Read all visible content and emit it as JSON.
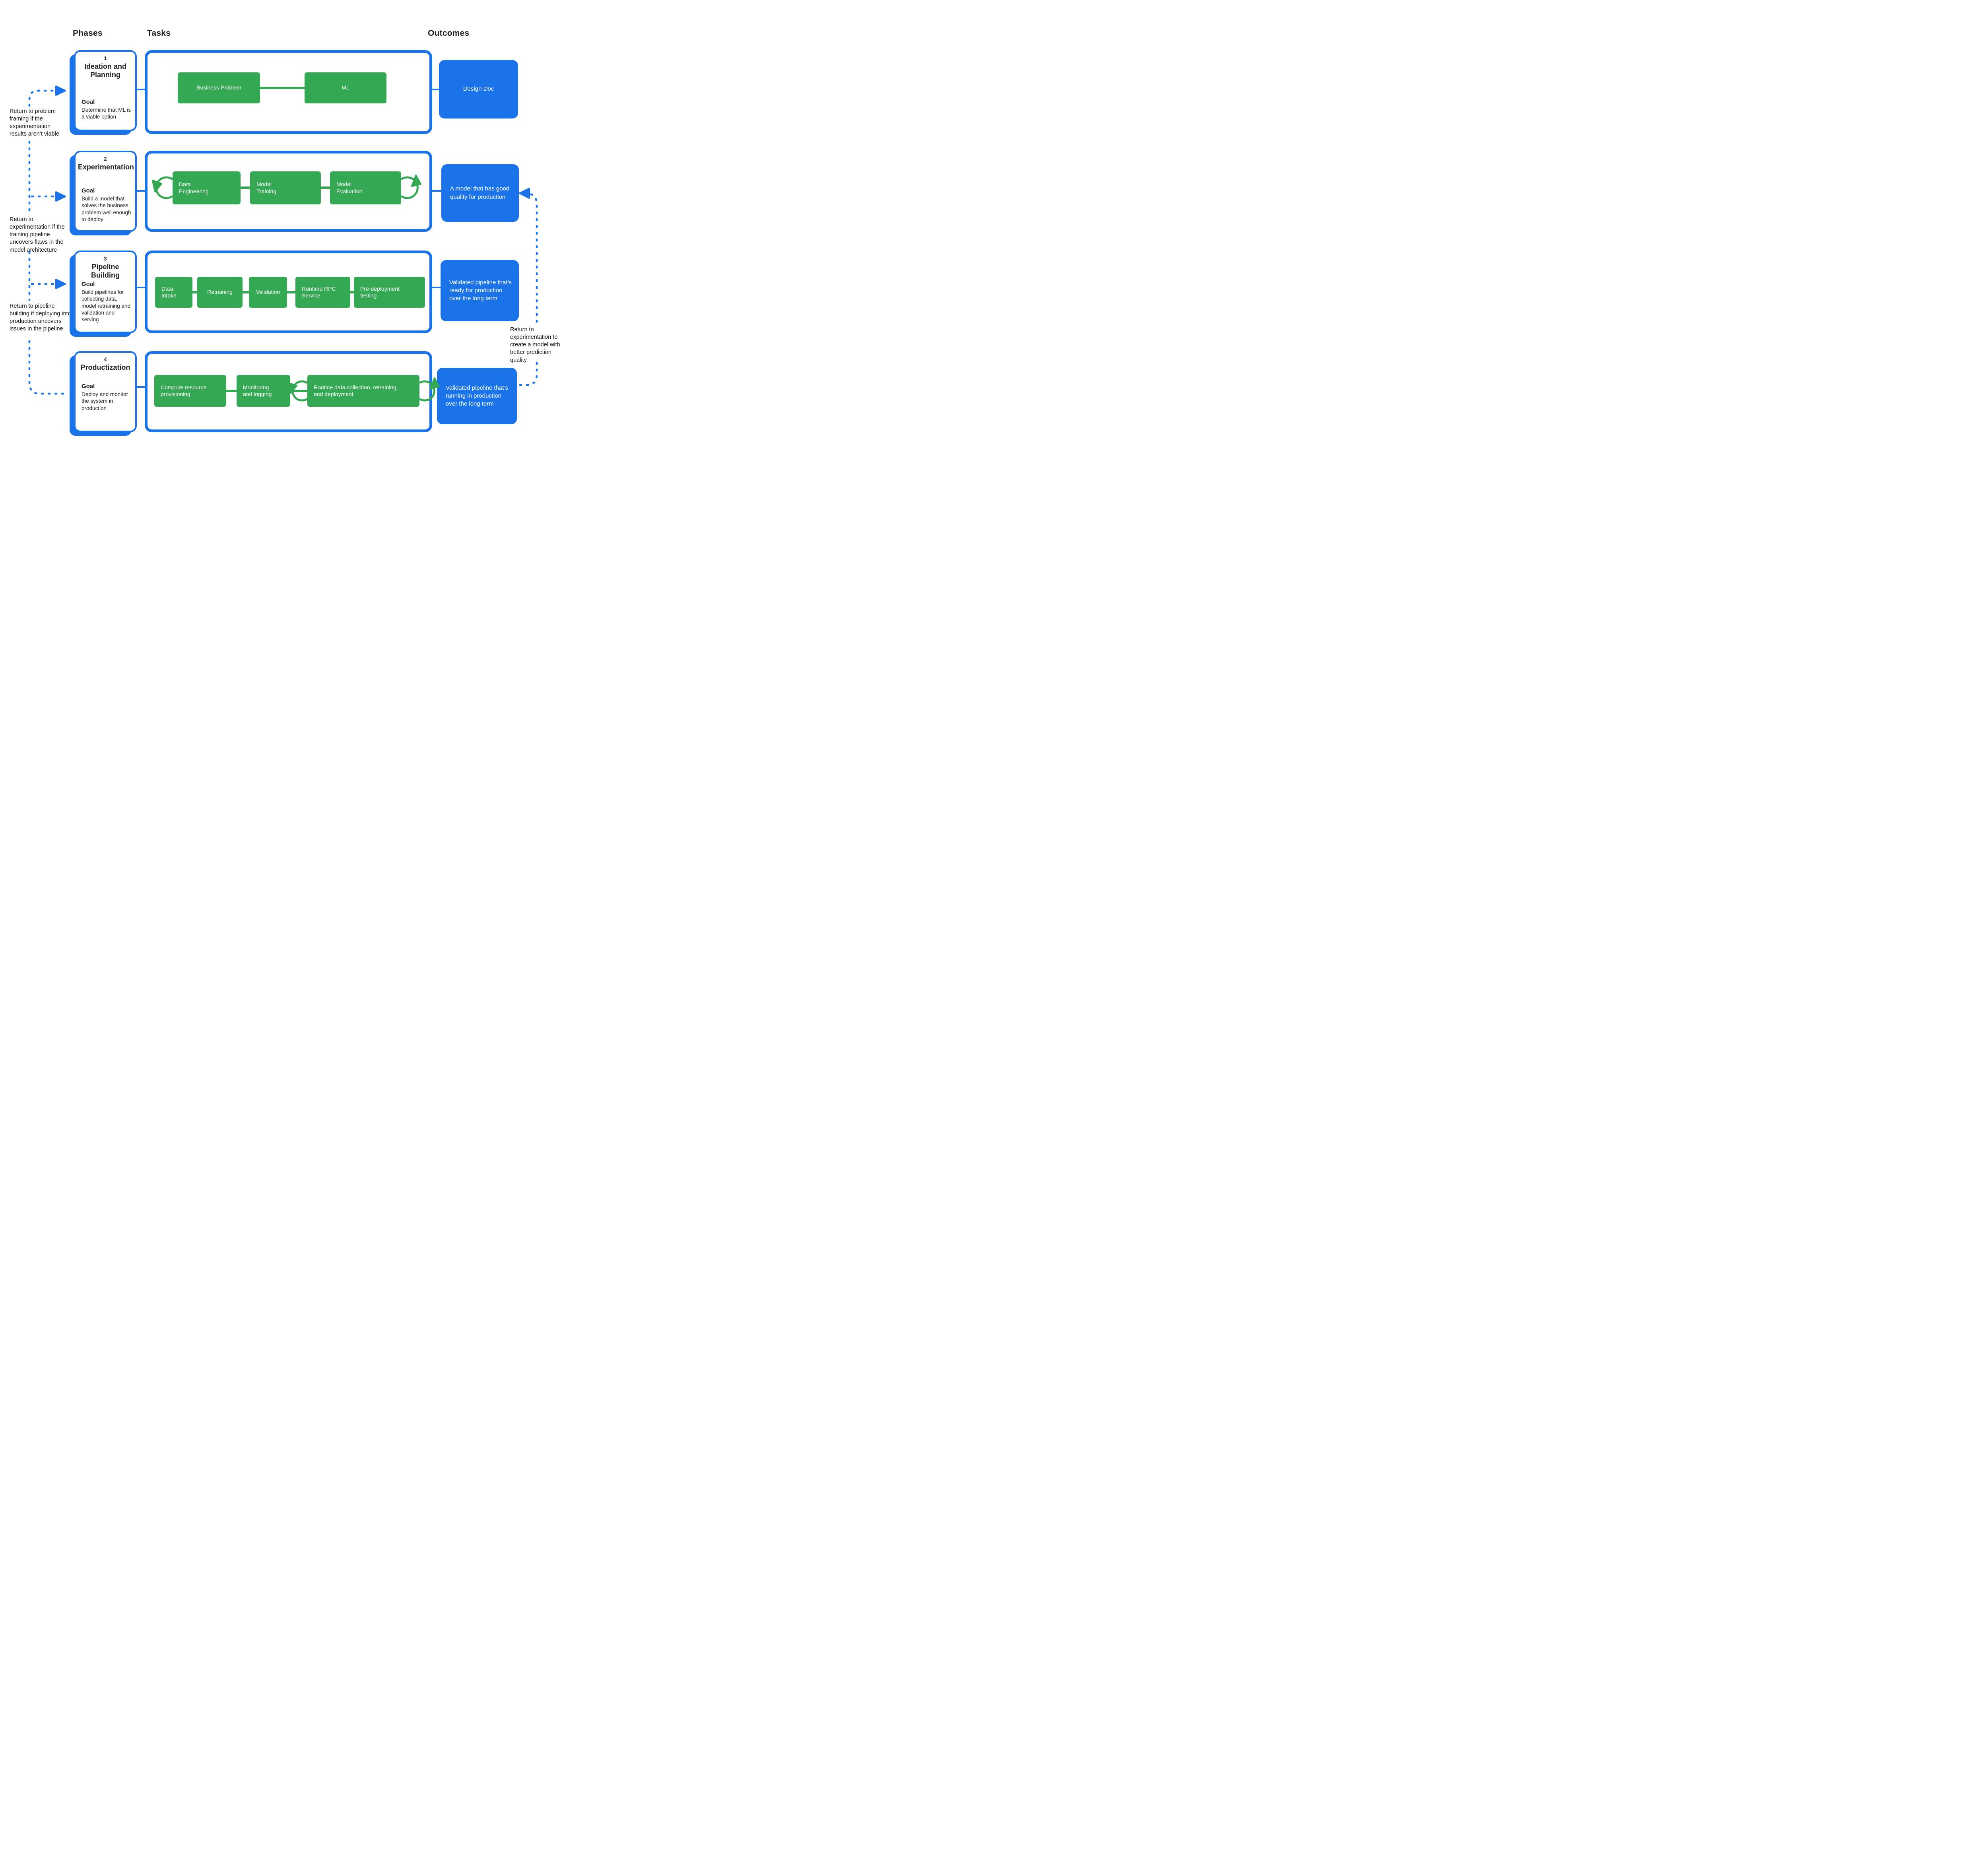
{
  "headers": {
    "phases": "Phases",
    "tasks": "Tasks",
    "outcomes": "Outcomes"
  },
  "phases": [
    {
      "number": "1",
      "title": "Ideation and Planning",
      "goal_label": "Goal",
      "goal": "Determine that ML is a viable option",
      "tasks": [
        {
          "label": "Business Problem"
        },
        {
          "label": "ML"
        }
      ],
      "outcome": "Design Doc"
    },
    {
      "number": "2",
      "title": "Experimentation",
      "goal_label": "Goal",
      "goal": "Build a model that solves the business problem well enough to deploy",
      "tasks": [
        {
          "label": "Data Engineering"
        },
        {
          "label": "Model Training"
        },
        {
          "label": "Model Evaluation"
        }
      ],
      "outcome": "A model that has good quality for production"
    },
    {
      "number": "3",
      "title": "Pipeline Building",
      "goal_label": "Goal",
      "goal": "Build pipelines for collecting data, model retraining and validation and serving",
      "tasks": [
        {
          "label": "Data Intake"
        },
        {
          "label": "Retraining"
        },
        {
          "label": "Validation"
        },
        {
          "label": "Runtime RPC Service"
        },
        {
          "label": "Pre-deployment testing"
        }
      ],
      "outcome": "Validated pipeline that’s ready for production over the long term"
    },
    {
      "number": "4",
      "title": "Productization",
      "goal_label": "Goal",
      "goal": "Deploy and monitor the system in production",
      "tasks": [
        {
          "label": "Compute resource provisioning"
        },
        {
          "label": "Monitoring and logging"
        },
        {
          "label": "Routine data collection, retraining, and deployment"
        }
      ],
      "outcome": "Validated pipeline that’s running in production over the long term"
    }
  ],
  "annotations": {
    "left": [
      "Return to problem framing if the experimentation results aren’t viable",
      "Return to experimentation if the training pipeline uncovers flaws in the model architecture",
      "Return to pipeline building if deploying into production uncovers issues in the pipeline"
    ],
    "right": "Return to experimentation to create a model with better prediction quality"
  },
  "colors": {
    "blue": "#1A73E8",
    "green": "#34A853",
    "text": "#202124"
  }
}
